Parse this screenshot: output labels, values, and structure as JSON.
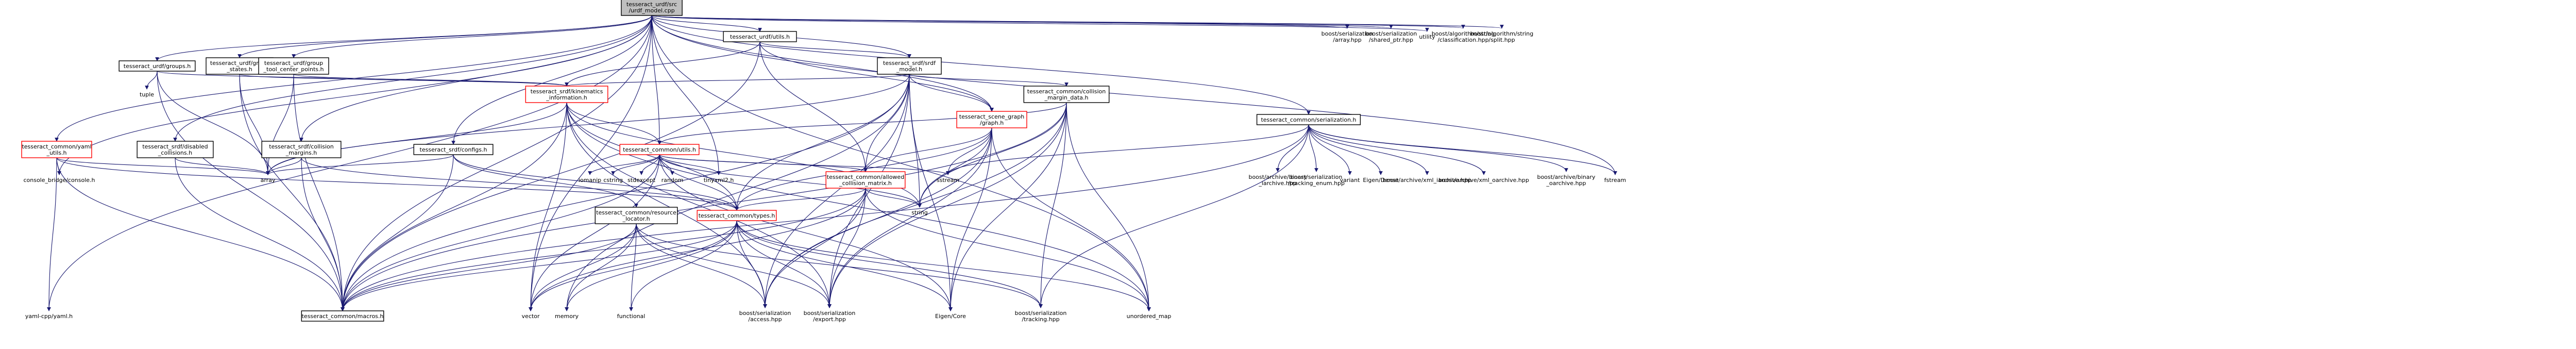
{
  "colors": {
    "edge": "#191970",
    "root_fill": "#bfbfbf",
    "node_border": "#000000",
    "header_border": "#ff0000",
    "plain_fill": "#ffffff"
  },
  "nodes": [
    {
      "id": "root",
      "lines": [
        "tesseract_urdf/src",
        "/urdf_model.cpp"
      ],
      "style": "root"
    },
    {
      "id": "utils_h",
      "lines": [
        "tesseract_urdf/utils.h"
      ],
      "style": "box"
    },
    {
      "id": "ser_array",
      "lines": [
        "boost/serialization",
        "/array.hpp"
      ],
      "style": "text"
    },
    {
      "id": "ser_shared",
      "lines": [
        "boost/serialization",
        "/shared_ptr.hpp"
      ],
      "style": "text"
    },
    {
      "id": "utility",
      "lines": [
        "utility"
      ],
      "style": "text"
    },
    {
      "id": "algo_class",
      "lines": [
        "boost/algorithm/string",
        "/classification.hpp"
      ],
      "style": "text"
    },
    {
      "id": "algo_split",
      "lines": [
        "boost/algorithm/string",
        "/split.hpp"
      ],
      "style": "text"
    },
    {
      "id": "groups_h",
      "lines": [
        "tesseract_urdf/groups.h"
      ],
      "style": "box"
    },
    {
      "id": "group_states",
      "lines": [
        "tesseract_urdf/group",
        "_states.h"
      ],
      "style": "box"
    },
    {
      "id": "group_tcp",
      "lines": [
        "tesseract_urdf/group",
        "_tool_center_points.h"
      ],
      "style": "box"
    },
    {
      "id": "srdf_model",
      "lines": [
        "tesseract_srdf/srdf",
        "_model.h"
      ],
      "style": "box"
    },
    {
      "id": "tuple",
      "lines": [
        "tuple"
      ],
      "style": "text"
    },
    {
      "id": "kin_info",
      "lines": [
        "tesseract_srdf/kinematics",
        "_information.h"
      ],
      "style": "red"
    },
    {
      "id": "coll_margin",
      "lines": [
        "tesseract_common/collision",
        "_margin_data.h"
      ],
      "style": "box"
    },
    {
      "id": "scene_graph",
      "lines": [
        "tesseract_scene_graph",
        "/graph.h"
      ],
      "style": "red"
    },
    {
      "id": "yaml_utils",
      "lines": [
        "tesseract_common/yaml",
        "_utils.h"
      ],
      "style": "red"
    },
    {
      "id": "disabled_coll",
      "lines": [
        "tesseract_srdf/disabled",
        "_collisions.h"
      ],
      "style": "box"
    },
    {
      "id": "coll_margins",
      "lines": [
        "tesseract_srdf/collision",
        "_margins.h"
      ],
      "style": "box"
    },
    {
      "id": "configs_h",
      "lines": [
        "tesseract_srdf/configs.h"
      ],
      "style": "box"
    },
    {
      "id": "common_utils",
      "lines": [
        "tesseract_common/utils.h"
      ],
      "style": "red"
    },
    {
      "id": "common_ser",
      "lines": [
        "tesseract_common/serialization.h"
      ],
      "style": "box"
    },
    {
      "id": "console_bridge",
      "lines": [
        "console_bridge/console.h"
      ],
      "style": "text"
    },
    {
      "id": "array",
      "lines": [
        "array"
      ],
      "style": "text"
    },
    {
      "id": "sstream",
      "lines": [
        "sstream"
      ],
      "style": "text"
    },
    {
      "id": "allowed_coll",
      "lines": [
        "tesseract_common/allowed",
        "_collision_matrix.h"
      ],
      "style": "red"
    },
    {
      "id": "tinyxml2",
      "lines": [
        "tinyxml2.h"
      ],
      "style": "text"
    },
    {
      "id": "cstring",
      "lines": [
        "cstring"
      ],
      "style": "text"
    },
    {
      "id": "stdexcept",
      "lines": [
        "stdexcept"
      ],
      "style": "text"
    },
    {
      "id": "random",
      "lines": [
        "random"
      ],
      "style": "text"
    },
    {
      "id": "iomanip",
      "lines": [
        "iomanip"
      ],
      "style": "text"
    },
    {
      "id": "string",
      "lines": [
        "string"
      ],
      "style": "text"
    },
    {
      "id": "resource_locator",
      "lines": [
        "tesseract_common/resource",
        "_locator.h"
      ],
      "style": "box"
    },
    {
      "id": "types_h",
      "lines": [
        "tesseract_common/types.h"
      ],
      "style": "red"
    },
    {
      "id": "ar_binary_iarchive",
      "lines": [
        "boost/archive/binary",
        "_iarchive.hpp"
      ],
      "style": "text"
    },
    {
      "id": "ser_tracking_enum",
      "lines": [
        "boost/serialization",
        "/tracking_enum.hpp"
      ],
      "style": "text"
    },
    {
      "id": "variant",
      "lines": [
        "variant"
      ],
      "style": "text"
    },
    {
      "id": "eigen_dense",
      "lines": [
        "Eigen/Dense"
      ],
      "style": "text"
    },
    {
      "id": "ar_xml_iarchive",
      "lines": [
        "boost/archive/xml_iarchive.hpp"
      ],
      "style": "text"
    },
    {
      "id": "ar_xml_oarchive",
      "lines": [
        "boost/archive/xml_oarchive.hpp"
      ],
      "style": "text"
    },
    {
      "id": "ar_binary_oarchive",
      "lines": [
        "boost/archive/binary",
        "_oarchive.hpp"
      ],
      "style": "text"
    },
    {
      "id": "fstream",
      "lines": [
        "fstream"
      ],
      "style": "text"
    },
    {
      "id": "yaml_cpp",
      "lines": [
        "yaml-cpp/yaml.h"
      ],
      "style": "text"
    },
    {
      "id": "macros",
      "lines": [
        "tesseract_common/macros.h"
      ],
      "style": "box"
    },
    {
      "id": "vector",
      "lines": [
        "vector"
      ],
      "style": "text"
    },
    {
      "id": "memory",
      "lines": [
        "memory"
      ],
      "style": "text"
    },
    {
      "id": "functional",
      "lines": [
        "functional"
      ],
      "style": "text"
    },
    {
      "id": "ser_access",
      "lines": [
        "boost/serialization",
        "/access.hpp"
      ],
      "style": "text"
    },
    {
      "id": "ser_export",
      "lines": [
        "boost/serialization",
        "/export.hpp"
      ],
      "style": "text"
    },
    {
      "id": "eigen_core",
      "lines": [
        "Eigen/Core"
      ],
      "style": "text"
    },
    {
      "id": "ser_tracking",
      "lines": [
        "boost/serialization",
        "/tracking.hpp"
      ],
      "style": "text"
    },
    {
      "id": "unordered_map",
      "lines": [
        "unordered_map"
      ],
      "style": "text"
    }
  ],
  "edges": [
    [
      "root",
      "utils_h"
    ],
    [
      "root",
      "ser_array"
    ],
    [
      "root",
      "ser_shared"
    ],
    [
      "root",
      "utility"
    ],
    [
      "root",
      "algo_class"
    ],
    [
      "root",
      "algo_split"
    ],
    [
      "root",
      "groups_h"
    ],
    [
      "root",
      "group_states"
    ],
    [
      "root",
      "group_tcp"
    ],
    [
      "root",
      "srdf_model"
    ],
    [
      "root",
      "disabled_coll"
    ],
    [
      "root",
      "coll_margins"
    ],
    [
      "root",
      "configs_h"
    ],
    [
      "root",
      "yaml_utils"
    ],
    [
      "root",
      "common_utils"
    ],
    [
      "root",
      "common_ser"
    ],
    [
      "root",
      "console_bridge"
    ],
    [
      "root",
      "tinyxml2"
    ],
    [
      "root",
      "scene_graph"
    ],
    [
      "root",
      "fstream"
    ],
    [
      "root",
      "yaml_cpp"
    ],
    [
      "root",
      "macros"
    ],
    [
      "root",
      "vector"
    ],
    [
      "root",
      "unordered_map"
    ],
    [
      "utils_h",
      "srdf_model"
    ],
    [
      "utils_h",
      "kin_info"
    ],
    [
      "utils_h",
      "allowed_coll"
    ],
    [
      "utils_h",
      "scene_graph"
    ],
    [
      "utils_h",
      "macros"
    ],
    [
      "groups_h",
      "tuple"
    ],
    [
      "groups_h",
      "kin_info"
    ],
    [
      "groups_h",
      "array"
    ],
    [
      "groups_h",
      "macros"
    ],
    [
      "group_states",
      "kin_info"
    ],
    [
      "group_states",
      "array"
    ],
    [
      "group_states",
      "macros"
    ],
    [
      "group_tcp",
      "kin_info"
    ],
    [
      "group_tcp",
      "array"
    ],
    [
      "group_tcp",
      "macros"
    ],
    [
      "srdf_model",
      "kin_info"
    ],
    [
      "srdf_model",
      "coll_margin"
    ],
    [
      "srdf_model",
      "scene_graph"
    ],
    [
      "srdf_model",
      "allowed_coll"
    ],
    [
      "srdf_model",
      "types_h"
    ],
    [
      "srdf_model",
      "array"
    ],
    [
      "srdf_model",
      "string"
    ],
    [
      "srdf_model",
      "memory"
    ],
    [
      "srdf_model",
      "ser_access"
    ],
    [
      "srdf_model",
      "ser_export"
    ],
    [
      "srdf_model",
      "macros"
    ],
    [
      "srdf_model",
      "eigen_core"
    ],
    [
      "kin_info",
      "common_utils"
    ],
    [
      "kin_info",
      "types_h"
    ],
    [
      "kin_info",
      "array"
    ],
    [
      "kin_info",
      "string"
    ],
    [
      "kin_info",
      "vector"
    ],
    [
      "kin_info",
      "unordered_map"
    ],
    [
      "kin_info",
      "ser_access"
    ],
    [
      "kin_info",
      "ser_export"
    ],
    [
      "kin_info",
      "macros"
    ],
    [
      "coll_margin",
      "common_utils"
    ],
    [
      "coll_margin",
      "string"
    ],
    [
      "coll_margin",
      "unordered_map"
    ],
    [
      "coll_margin",
      "ser_access"
    ],
    [
      "coll_margin",
      "ser_export"
    ],
    [
      "coll_margin",
      "ser_tracking"
    ],
    [
      "coll_margin",
      "eigen_core"
    ],
    [
      "coll_margin",
      "macros"
    ],
    [
      "scene_graph",
      "allowed_coll"
    ],
    [
      "scene_graph",
      "types_h"
    ],
    [
      "scene_graph",
      "string"
    ],
    [
      "scene_graph",
      "ser_access"
    ],
    [
      "scene_graph",
      "ser_export"
    ],
    [
      "scene_graph",
      "eigen_core"
    ],
    [
      "scene_graph",
      "sstream"
    ],
    [
      "scene_graph",
      "unordered_map"
    ],
    [
      "yaml_utils",
      "console_bridge"
    ],
    [
      "yaml_utils",
      "array"
    ],
    [
      "yaml_utils",
      "types_h"
    ],
    [
      "yaml_utils",
      "yaml_cpp"
    ],
    [
      "yaml_utils",
      "macros"
    ],
    [
      "disabled_coll",
      "array"
    ],
    [
      "disabled_coll",
      "macros"
    ],
    [
      "coll_margins",
      "array"
    ],
    [
      "coll_margins",
      "types_h"
    ],
    [
      "coll_margins",
      "macros"
    ],
    [
      "configs_h",
      "array"
    ],
    [
      "configs_h",
      "types_h"
    ],
    [
      "configs_h",
      "resource_locator"
    ],
    [
      "configs_h",
      "macros"
    ],
    [
      "common_utils",
      "cstring"
    ],
    [
      "common_utils",
      "stdexcept"
    ],
    [
      "common_utils",
      "random"
    ],
    [
      "common_utils",
      "iomanip"
    ],
    [
      "common_utils",
      "string"
    ],
    [
      "common_utils",
      "tinyxml2"
    ],
    [
      "common_utils",
      "sstream"
    ],
    [
      "common_utils",
      "allowed_coll"
    ],
    [
      "common_utils",
      "types_h"
    ],
    [
      "common_utils",
      "macros"
    ],
    [
      "common_utils",
      "vector"
    ],
    [
      "common_utils",
      "eigen_core"
    ],
    [
      "allowed_coll",
      "types_h"
    ],
    [
      "allowed_coll",
      "unordered_map"
    ],
    [
      "allowed_coll",
      "ser_access"
    ],
    [
      "allowed_coll",
      "ser_export"
    ],
    [
      "allowed_coll",
      "vector"
    ],
    [
      "allowed_coll",
      "string"
    ],
    [
      "allowed_coll",
      "macros"
    ],
    [
      "resource_locator",
      "functional"
    ],
    [
      "resource_locator",
      "memory"
    ],
    [
      "resource_locator",
      "vector"
    ],
    [
      "resource_locator",
      "ser_access"
    ],
    [
      "resource_locator",
      "ser_export"
    ],
    [
      "resource_locator",
      "ser_tracking"
    ],
    [
      "resource_locator",
      "macros"
    ],
    [
      "types_h",
      "vector"
    ],
    [
      "types_h",
      "memory"
    ],
    [
      "types_h",
      "functional"
    ],
    [
      "types_h",
      "ser_access"
    ],
    [
      "types_h",
      "ser_export"
    ],
    [
      "types_h",
      "eigen_core"
    ],
    [
      "types_h",
      "ser_tracking"
    ],
    [
      "types_h",
      "unordered_map"
    ],
    [
      "types_h",
      "macros"
    ],
    [
      "common_ser",
      "ar_binary_iarchive"
    ],
    [
      "common_ser",
      "ser_tracking_enum"
    ],
    [
      "common_ser",
      "variant"
    ],
    [
      "common_ser",
      "eigen_dense"
    ],
    [
      "common_ser",
      "ar_xml_iarchive"
    ],
    [
      "common_ser",
      "ar_xml_oarchive"
    ],
    [
      "common_ser",
      "ar_binary_oarchive"
    ],
    [
      "common_ser",
      "fstream"
    ],
    [
      "common_ser",
      "sstream"
    ],
    [
      "common_ser",
      "ser_tracking"
    ],
    [
      "common_ser",
      "macros"
    ]
  ]
}
